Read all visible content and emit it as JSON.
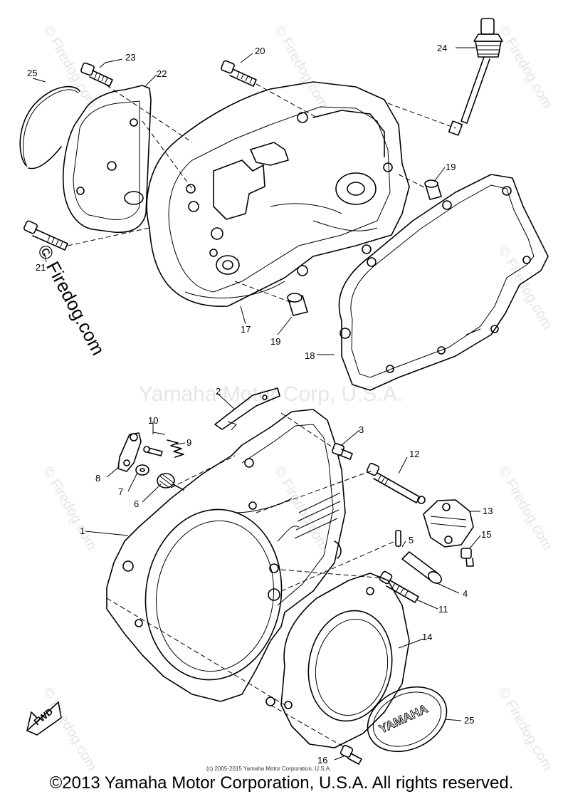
{
  "watermarks": {
    "site": "© Firedog.com",
    "center": "Yamaha Motor Corp, U.S.A."
  },
  "callouts": {
    "c1": "1",
    "c2": "2",
    "c3": "3",
    "c4": "4",
    "c5": "5",
    "c6": "6",
    "c7": "7",
    "c8": "8",
    "c9": "9",
    "c10": "10",
    "c11": "11",
    "c12": "12",
    "c13": "13",
    "c14": "14",
    "c15": "15",
    "c16": "16",
    "c17": "17",
    "c18": "18",
    "c19a": "19",
    "c19b": "19",
    "c20": "20",
    "c21": "21",
    "c22": "22",
    "c23": "23",
    "c24": "24",
    "c25a": "25",
    "c25b": "25"
  },
  "labels": {
    "fwd": "FWD",
    "badge": "YAMAHA"
  },
  "small_copyright": "(c) 2005-2015 Yamaha Motor Corporation, U.S.A.",
  "footer": {
    "copyright": "©2013 Yamaha Motor Corporation, U.S.A. All rights reserved."
  }
}
